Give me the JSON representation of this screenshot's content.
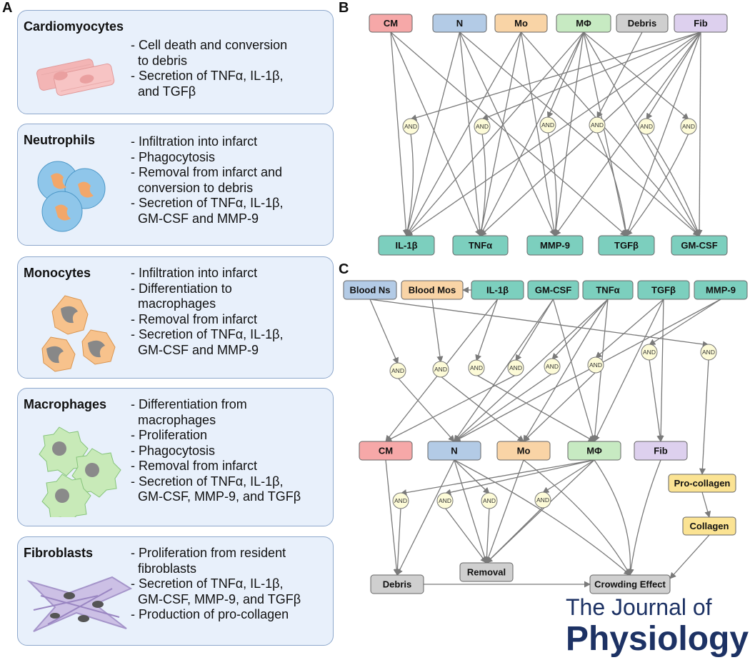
{
  "panels": {
    "a": "A",
    "b": "B",
    "c": "C"
  },
  "cards": [
    {
      "title": "Cardiomyocytes",
      "lines": [
        "- Cell death and conversion",
        "  to debris",
        "- Secretion of TNFα, IL-1β,",
        "  and TGFβ"
      ]
    },
    {
      "title": "Neutrophils",
      "lines": [
        "- Infiltration into infarct",
        "- Phagocytosis",
        "- Removal from infarct and",
        "  conversion to debris",
        "- Secretion of TNFα, IL-1β,",
        "  GM-CSF and MMP-9"
      ]
    },
    {
      "title": "Monocytes",
      "lines": [
        "- Infiltration into infarct",
        "- Differentiation to",
        "  macrophages",
        "- Removal from infarct",
        "- Secretion of TNFα, IL-1β,",
        "  GM-CSF and MMP-9"
      ]
    },
    {
      "title": "Macrophages",
      "lines": [
        "- Differentiation from",
        "  macrophages",
        "- Proliferation",
        "- Phagocytosis",
        "- Removal from infarct",
        "- Secretion of TNFα, IL-1β,",
        "  GM-CSF, MMP-9, and TGFβ"
      ]
    },
    {
      "title": "Fibroblasts",
      "lines": [
        "- Proliferation from resident",
        "  fibroblasts",
        "- Secretion of TNFα, IL-1β,",
        "  GM-CSF, MMP-9, and TGFβ",
        "- Production of pro-collagen"
      ]
    }
  ],
  "and_label": "AND",
  "colors": {
    "CM": "#f6a8a8",
    "N": "#b3cbe6",
    "Mo": "#f9d4a6",
    "Mac": "#c7eac2",
    "Debris": "#cfcfcf",
    "Fib": "#ddd0ee",
    "cytokine": "#7ccfbe",
    "Blood Ns": "#b3cbe6",
    "Blood Mos": "#f9d4a6",
    "collagen": "#fbe393"
  },
  "panel_b": {
    "nodes": [
      {
        "id": "CM",
        "label": "CM",
        "color": "CM"
      },
      {
        "id": "N",
        "label": "N",
        "color": "N"
      },
      {
        "id": "Mo",
        "label": "Mo",
        "color": "Mo"
      },
      {
        "id": "Mac",
        "label": "MΦ",
        "color": "Mac"
      },
      {
        "id": "Debris",
        "label": "Debris",
        "color": "Debris"
      },
      {
        "id": "Fib",
        "label": "Fib",
        "color": "Fib"
      },
      {
        "id": "IL1",
        "label": "IL-1β",
        "color": "cytokine"
      },
      {
        "id": "TNF",
        "label": "TNFα",
        "color": "cytokine"
      },
      {
        "id": "MMP9",
        "label": "MMP-9",
        "color": "cytokine"
      },
      {
        "id": "TGF",
        "label": "TGFβ",
        "color": "cytokine"
      },
      {
        "id": "GM",
        "label": "GM-CSF",
        "color": "cytokine"
      }
    ]
  },
  "panel_c": {
    "nodes": [
      {
        "id": "BNs",
        "label": "Blood Ns",
        "color": "Blood Ns"
      },
      {
        "id": "BMos",
        "label": "Blood Mos",
        "color": "Blood Mos"
      },
      {
        "id": "IL1",
        "label": "IL-1β",
        "color": "cytokine"
      },
      {
        "id": "GM",
        "label": "GM-CSF",
        "color": "cytokine"
      },
      {
        "id": "TNF",
        "label": "TNFα",
        "color": "cytokine"
      },
      {
        "id": "TGF",
        "label": "TGFβ",
        "color": "cytokine"
      },
      {
        "id": "MMP9",
        "label": "MMP-9",
        "color": "cytokine"
      },
      {
        "id": "CM",
        "label": "CM",
        "color": "CM"
      },
      {
        "id": "N",
        "label": "N",
        "color": "N"
      },
      {
        "id": "Mo",
        "label": "Mo",
        "color": "Mo"
      },
      {
        "id": "Mac",
        "label": "MΦ",
        "color": "Mac"
      },
      {
        "id": "Fib",
        "label": "Fib",
        "color": "Fib"
      },
      {
        "id": "ProCol",
        "label": "Pro-collagen",
        "color": "collagen"
      },
      {
        "id": "Col",
        "label": "Collagen",
        "color": "collagen"
      },
      {
        "id": "Debris",
        "label": "Debris",
        "color": "Debris"
      },
      {
        "id": "Removal",
        "label": "Removal",
        "color": "Debris"
      },
      {
        "id": "Crowd",
        "label": "Crowding Effect",
        "color": "Debris"
      }
    ]
  },
  "journal": {
    "line1": "The Journal of",
    "line2": "Physiology"
  }
}
